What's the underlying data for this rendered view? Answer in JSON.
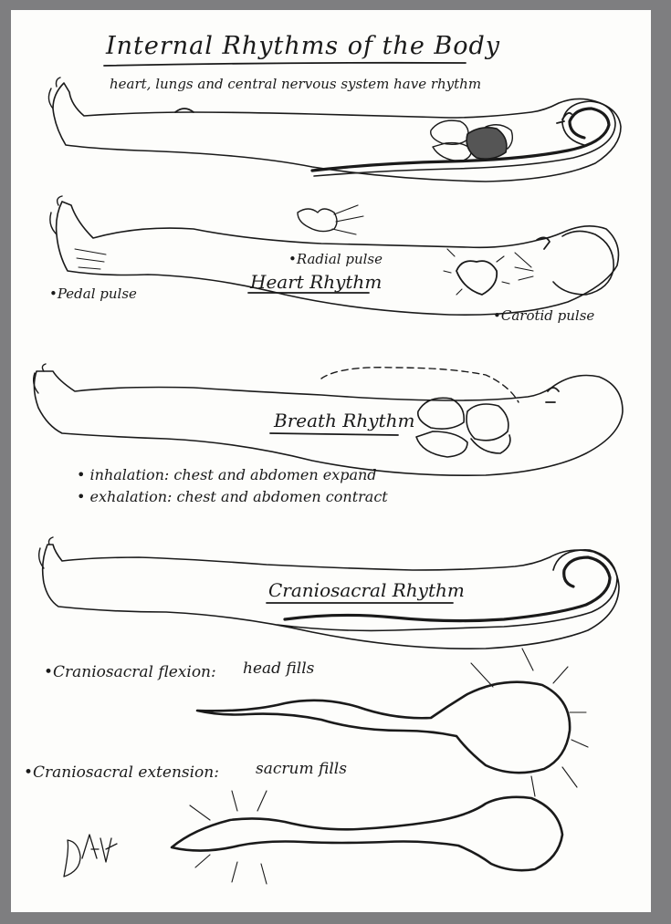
{
  "title": "Internal Rhythms of the Body",
  "subtitle": "heart, lungs and central nervous system have rhythm",
  "heart": {
    "heading": "Heart Rhythm",
    "radial": "•Radial pulse",
    "pedal": "•Pedal pulse",
    "carotid": "•Carotid pulse"
  },
  "breath": {
    "heading": "Breath Rhythm",
    "inhalation": "• inhalation: chest and abdomen expand",
    "exhalation": "• exhalation: chest and abdomen contract"
  },
  "cranio": {
    "heading": "Craniosacral Rhythm",
    "flexion_label": "•Craniosacral flexion:",
    "flexion_value": "head fills",
    "extension_label": "•Craniosacral extension:",
    "extension_value": "sacrum fills"
  },
  "colors": {
    "ink": "#1a1a1a",
    "paper": "#fdfdfb",
    "frame": "#7e7e80"
  }
}
